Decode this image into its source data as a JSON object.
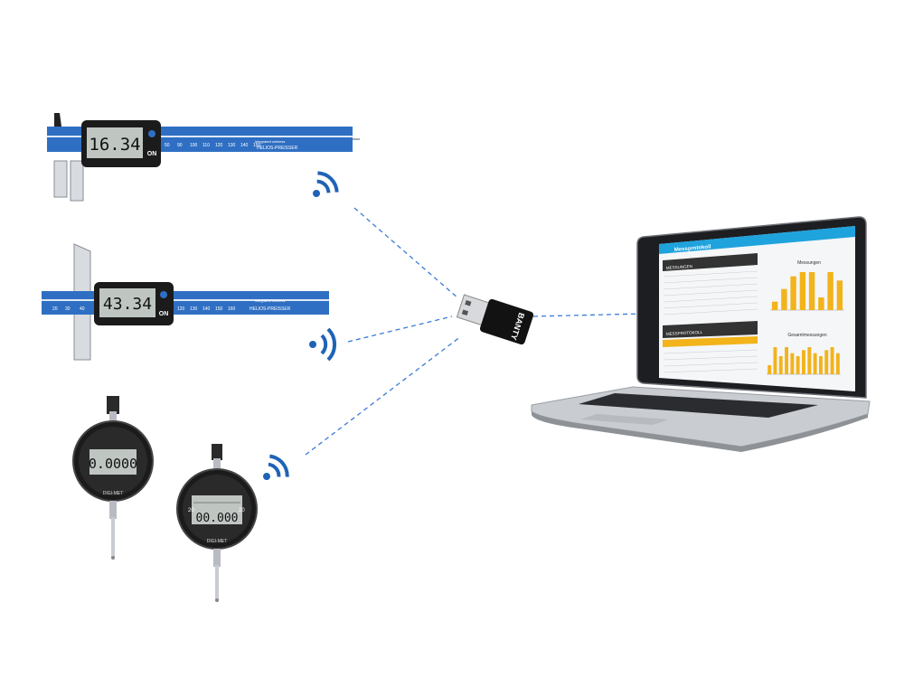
{
  "colors": {
    "brand_blue": "#1f63b6",
    "scale_blue": "#2f6fc3",
    "line_blue": "#3a7bd5",
    "lcd_bg": "#bfc6c2",
    "black": "#1b1b1b",
    "chart_yellow": "#f2b31b",
    "header_blue": "#1fa3dd",
    "dark_panel": "#333333"
  },
  "calipers": {
    "caliper1": {
      "reading": "16.34",
      "brand": "HELIOS-PREISSER",
      "badge": "ON",
      "integrated": "integrated wireless",
      "scale": [
        "50",
        "90",
        "100",
        "110",
        "120",
        "130",
        "140",
        "150"
      ]
    },
    "caliper2": {
      "reading": "43.34",
      "brand": "HELIOS-PREISSER",
      "badge": "ON",
      "integrated": "integrated wireless",
      "scale": [
        "20",
        "30",
        "40",
        "120",
        "130",
        "140",
        "150",
        "160"
      ]
    }
  },
  "dial_gauges": {
    "gauge1": {
      "reading": "0.0000",
      "model": "DIGI-MET"
    },
    "gauge2": {
      "reading": "00.000",
      "model": "DIGI-MET",
      "scale_left": "20",
      "scale_right": "20"
    }
  },
  "dongle": {
    "label": "BANTY"
  },
  "laptop": {
    "app_title": "Messprotokoll",
    "section1": "MESSUNGEN",
    "section2": "MESSPROTOKOLL",
    "chart1_title": "Messungen",
    "chart2_title": "Gesamtmessungen",
    "chart1_values": [
      2,
      5,
      8,
      9,
      9,
      3,
      9,
      7
    ],
    "chart2_values": [
      3,
      9,
      6,
      9,
      7,
      6,
      8,
      9,
      7,
      6,
      8,
      9,
      7
    ]
  },
  "icons": [
    "wifi-icon",
    "wifi-icon",
    "wifi-icon"
  ]
}
